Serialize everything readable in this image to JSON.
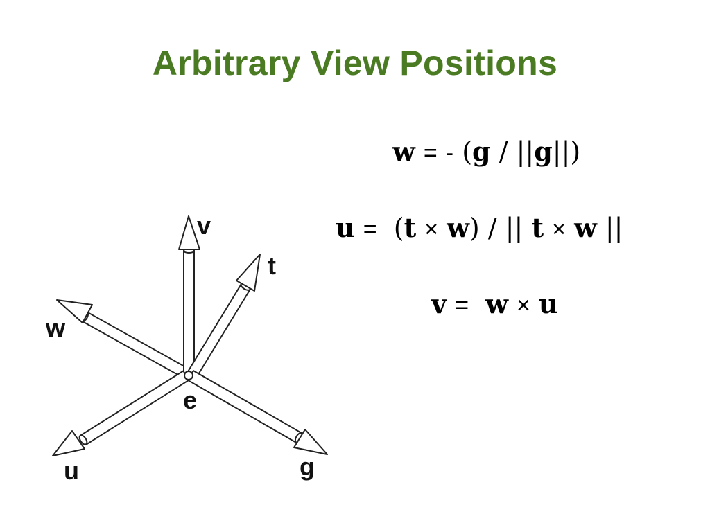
{
  "slide": {
    "title": "Arbitrary View Positions"
  },
  "equations": {
    "w_eq": {
      "lhs": "w",
      "eq": "=",
      "minus": "-",
      "lp": "(",
      "g1": "g",
      "slash": "/",
      "bars_l": "||",
      "g2": "g",
      "bars_r": "||",
      "rp": ")"
    },
    "u_eq": {
      "lhs": "u",
      "eq": "=",
      "lp": "(",
      "t1": "t",
      "x1": "×",
      "w1": "w",
      "rp": ")",
      "slash": "/",
      "bars_l": "||",
      "t2": "t",
      "x2": "×",
      "w2": "w",
      "bars_r": "||"
    },
    "v_eq": {
      "lhs": "v",
      "eq": "=",
      "w": "w",
      "x": "×",
      "u": "u"
    }
  },
  "diagram": {
    "labels": {
      "v": "v",
      "t": "t",
      "w": "w",
      "e": "e",
      "u": "u",
      "g": "g"
    },
    "colors": {
      "stroke": "#222222",
      "fill": "#ffffff"
    }
  }
}
